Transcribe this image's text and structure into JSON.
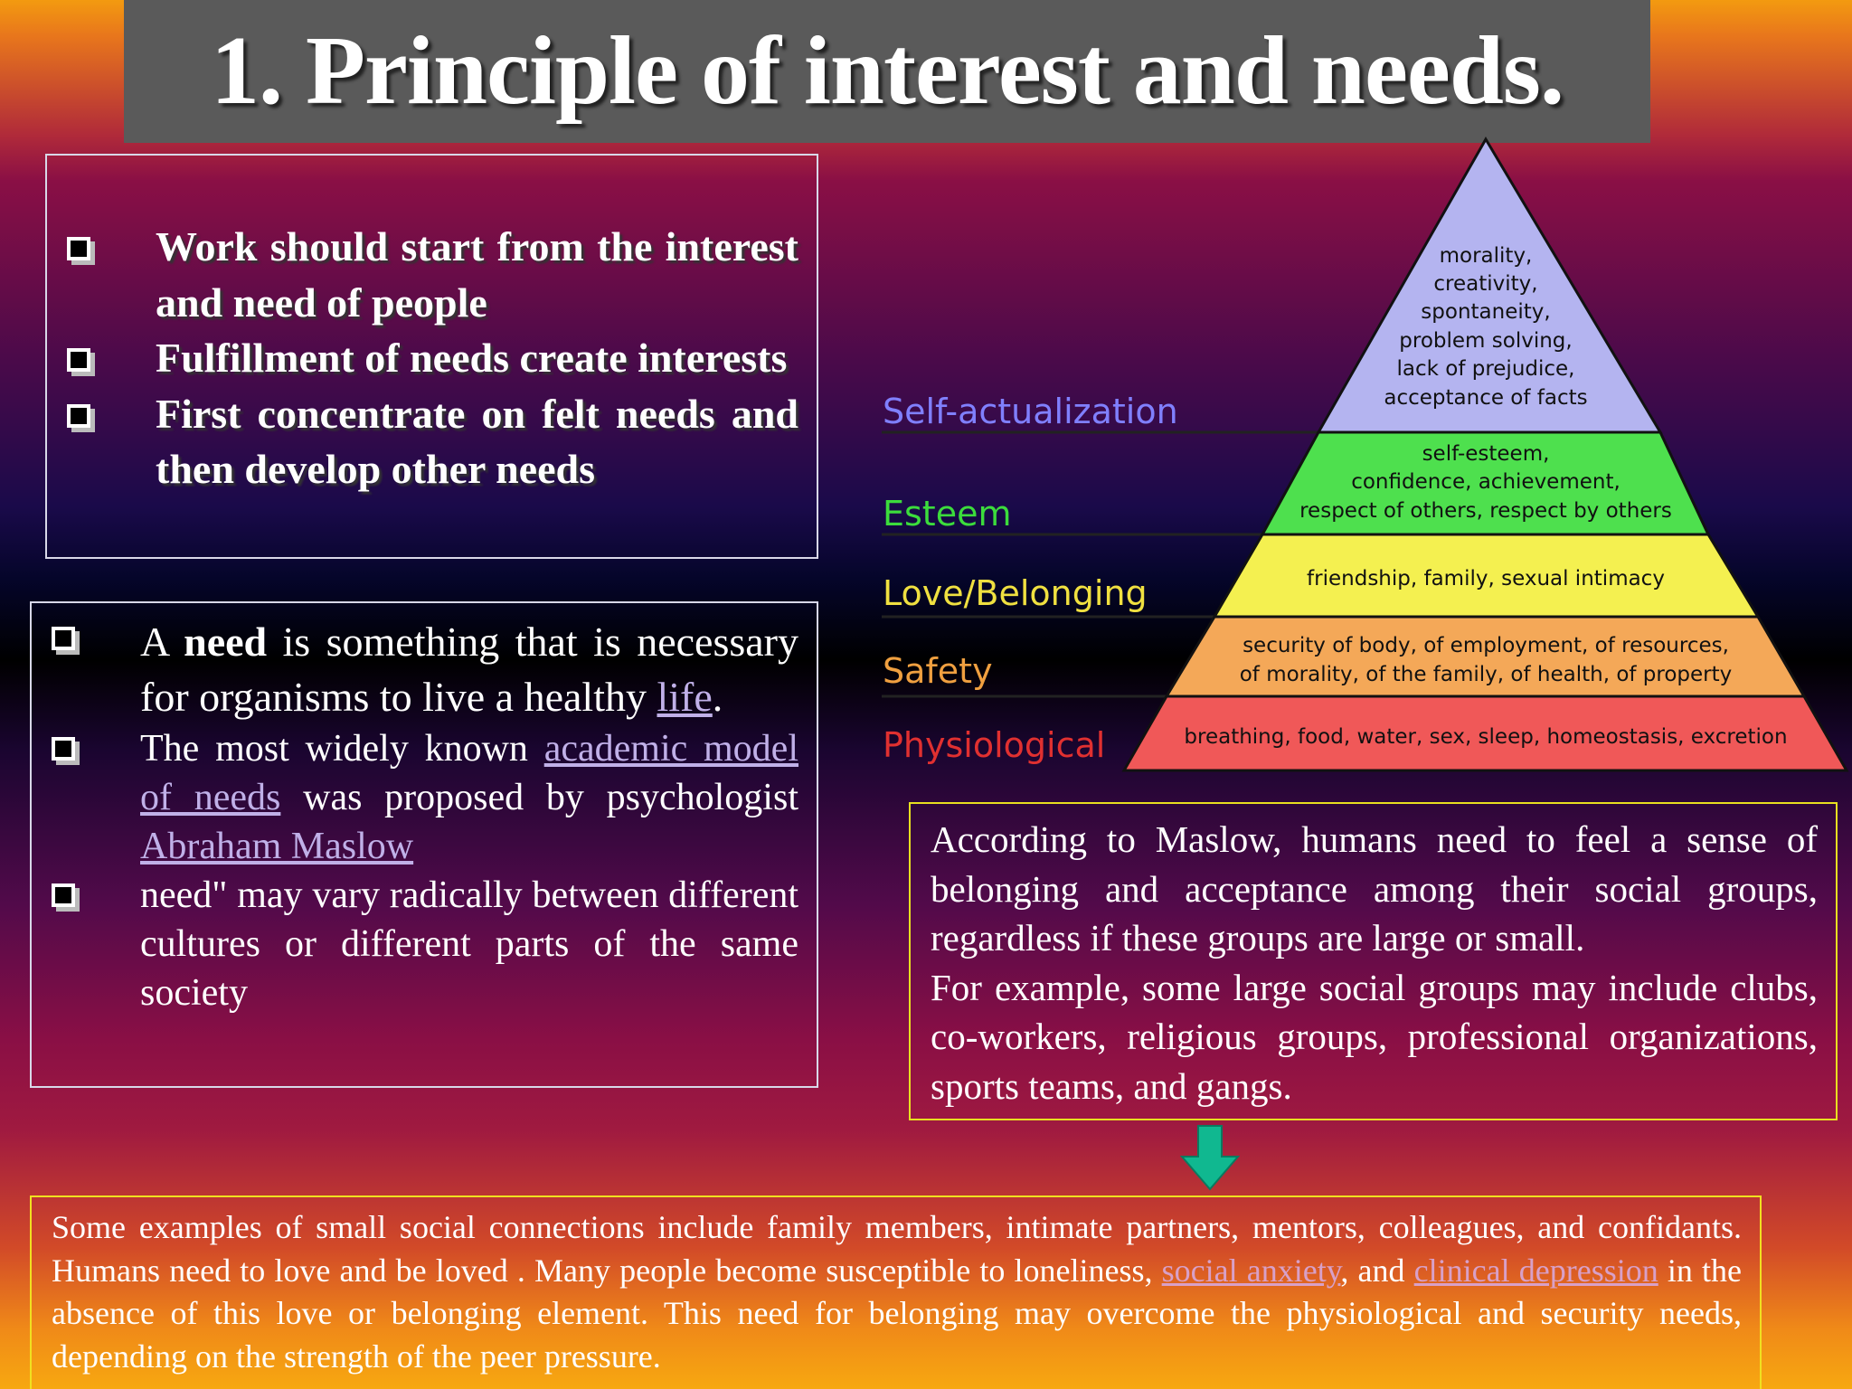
{
  "title": "1. Principle of interest and needs.",
  "box1": {
    "items": [
      "Work should start from the interest and need of  people",
      "Fulfillment of needs create interests",
      "First concentrate on felt needs and then develop other  needs"
    ]
  },
  "box2": {
    "item1": {
      "a": "A ",
      "bold": "need",
      "b": " is something that is necessary for organisms to live a healthy ",
      "link": "life",
      "c": "."
    },
    "item2": {
      "a": "The most widely known ",
      "link1": "academic model of needs",
      "b": " was proposed by psychologist ",
      "link2": "Abraham Maslow"
    },
    "item3": "need\" may vary radically between different cultures or different parts of the same society"
  },
  "pyramid": {
    "levels": [
      {
        "name": "Self-actualization",
        "color": "#8080ff",
        "fill": "#b4b4f0",
        "lines": [
          "morality,",
          "creativity,",
          "spontaneity,",
          "problem solving,",
          "lack of prejudice,",
          "acceptance of facts"
        ]
      },
      {
        "name": "Esteem",
        "color": "#3cdc3c",
        "fill": "#4ee04e",
        "lines": [
          "self-esteem,",
          "confidence, achievement,",
          "respect of others, respect by others"
        ]
      },
      {
        "name": "Love/Belonging",
        "color": "#f0e040",
        "fill": "#f4f050",
        "lines": [
          "friendship, family, sexual intimacy"
        ]
      },
      {
        "name": "Safety",
        "color": "#f0a040",
        "fill": "#f4a858",
        "lines": [
          "security of body, of employment, of resources,",
          "of morality, of the family, of health, of property"
        ]
      },
      {
        "name": "Physiological",
        "color": "#e03030",
        "fill": "#f05858",
        "lines": [
          "breathing, food, water, sex, sleep, homeostasis, excretion"
        ]
      }
    ]
  },
  "box4": {
    "p1": "According to Maslow, humans need to feel a sense of belonging and acceptance among their social groups, regardless if these groups are large or small.",
    "p2": "For example, some large social groups may include clubs, co-workers, religious groups, professional organizations, sports teams, and gangs."
  },
  "box5": {
    "a": "Some examples of small social connections include family members, intimate partners, mentors, colleagues, and confidants. Humans need to love and be loved . Many people become susceptible to loneliness, ",
    "link1": "social anxiety",
    "b": ", and ",
    "link2": "clinical depression",
    "c": " in the absence of this love or belonging element. This need for belonging may overcome the physiological and security needs, depending on the strength of the peer pressure."
  },
  "colors": {
    "arrow": "#10b890",
    "title_bg": "#5a5a5a"
  }
}
